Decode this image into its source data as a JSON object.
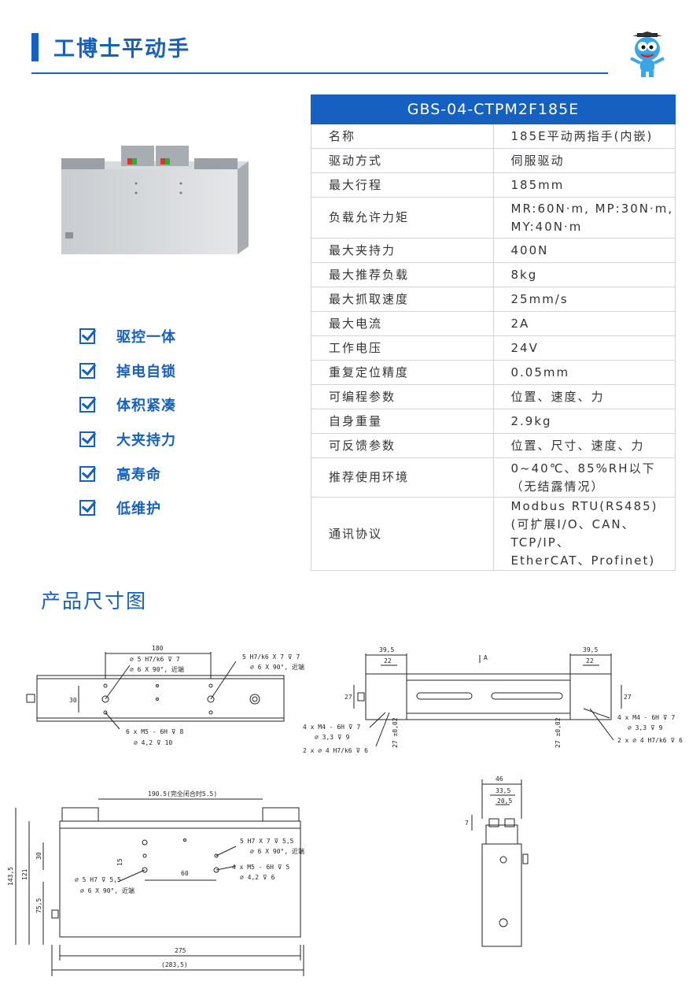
{
  "header": {
    "title": "工博士平动手"
  },
  "features": [
    "驱控一体",
    "掉电自锁",
    "体积紧凑",
    "大夹持力",
    "高寿命",
    "低维护"
  ],
  "spec": {
    "model": "GBS-04-CTPM2F185E",
    "rows": [
      {
        "k": "名称",
        "v": [
          "185E平动两指手(内嵌)"
        ]
      },
      {
        "k": "驱动方式",
        "v": [
          "伺服驱动"
        ]
      },
      {
        "k": "最大行程",
        "v": [
          "185mm"
        ]
      },
      {
        "k": "负载允许力矩",
        "v": [
          "MR:60N·m, MP:30N·m,",
          "MY:40N·m"
        ]
      },
      {
        "k": "最大夹持力",
        "v": [
          "400N"
        ]
      },
      {
        "k": "最大推荐负载",
        "v": [
          "8kg"
        ]
      },
      {
        "k": "最大抓取速度",
        "v": [
          "25mm/s"
        ]
      },
      {
        "k": "最大电流",
        "v": [
          "2A"
        ]
      },
      {
        "k": "工作电压",
        "v": [
          "24V"
        ]
      },
      {
        "k": "重复定位精度",
        "v": [
          "0.05mm"
        ]
      },
      {
        "k": "可编程参数",
        "v": [
          "位置、速度、力"
        ]
      },
      {
        "k": "自身重量",
        "v": [
          "2.9kg"
        ]
      },
      {
        "k": "可反馈参数",
        "v": [
          "位置、尺寸、速度、力"
        ]
      },
      {
        "k": "推荐使用环境",
        "v": [
          "0~40℃、85%RH以下",
          "（无结露情况）"
        ]
      },
      {
        "k": "通讯协议",
        "v": [
          "Modbus RTU(RS485)",
          "(可扩展I/O、CAN、TCP/IP、",
          "EtherCAT、Profinet)"
        ]
      }
    ]
  },
  "dimensions": {
    "section_title": "产品尺寸图",
    "top_view": {
      "dim_180": "180",
      "hole_a1": "⌀ 5 H7/k6 ⊽ 7",
      "hole_a2": "⌀ 6 X 90°, 近端",
      "hole_b1": "5 H7/k6 X 7 ⊽ 7",
      "hole_b2": "⌀ 6 X 90°, 近端",
      "dim_30": "30",
      "thread1": "6 x  M5 - 6H ⊽ 8",
      "thread2": "⌀ 4,2 ⊽ 10"
    },
    "jaw_view": {
      "dim_39_5_l": "39,5",
      "dim_22_l": "22",
      "dim_39_5_r": "39,5",
      "dim_22_r": "22",
      "arrow_a": "A",
      "dim_27_l": "27",
      "dim_27_r": "27",
      "dim_27tol_l": "27 ±0,02",
      "dim_27tol_r": "27 ±0,02",
      "note_l1": "4 x  M4 - 6H ⊽ 7",
      "note_l2": "⌀ 3,3 ⊽ 9",
      "note_l3": "2 x ⌀ 4 H7/k6 ⊽ 6",
      "note_r1": "4 x  M4 - 6H ⊽ 7",
      "note_r2": "⌀ 3,3 ⊽ 9",
      "note_r3": "2 x ⌀ 4 H7/k6 ⊽ 6"
    },
    "front_view": {
      "dim_190_5": "190.5(完全闭合时5.5)",
      "dim_143_5": "143,5",
      "dim_121": "121",
      "dim_30": "30",
      "dim_75_5": "75,5",
      "dim_15": "15",
      "dim_60": "60",
      "note_a1": "5 H7 X 7 ⊽ 5,5",
      "note_a2": "⌀ 6 X 90°, 近端",
      "note_b1": "4 x  M5 - 6H ⊽ 5",
      "note_b2": "⌀ 4,2 ⊽ 6",
      "note_c1": "⌀ 5 H7 ⊽ 5,5",
      "note_c2": "⌀ 6 X 90°, 近端",
      "dim_275": "275",
      "dim_283_5": "(283,5)"
    },
    "side_view": {
      "dim_46": "46",
      "dim_33_5": "33,5",
      "dim_20_5": "20,5",
      "dim_7": "7"
    }
  }
}
